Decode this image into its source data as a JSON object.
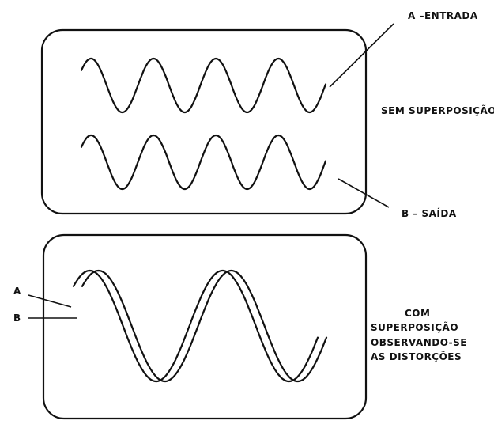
{
  "top_panel": {
    "label_a": "A  –ENTRADA",
    "label_b": "B   – SAÍDA",
    "caption": "SEM  SUPERPOSIÇÃO"
  },
  "bottom_panel": {
    "label_a": "A",
    "label_b": "B",
    "caption_lines": [
      "COM",
      "SUPERPOSIÇÃO",
      "OBSERVANDO-SE",
      "AS  DISTORÇÕES"
    ]
  }
}
